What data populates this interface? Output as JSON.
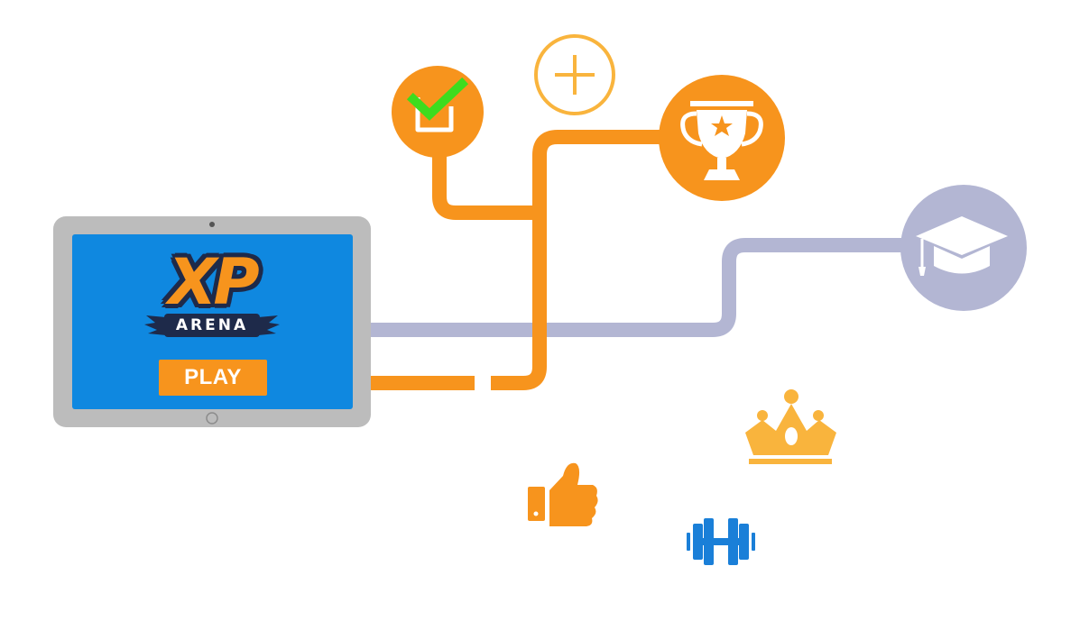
{
  "colors": {
    "orange": "#f7941d",
    "light_orange": "#f9b43d",
    "lavender": "#b3b6d3",
    "tablet_frame": "#bcbcbc",
    "screen_blue": "#0f88e0",
    "navy": "#1e2a4a",
    "check_green": "#3ddc1e",
    "dumbbell_blue": "#1a7fd8"
  },
  "tablet": {
    "logo_text": "XP",
    "logo_subtext": "ARENA",
    "play_label": "PLAY"
  },
  "icons": {
    "checklist": "checkbox-check-icon",
    "plus": "plus-icon",
    "trophy": "trophy-icon",
    "graduation": "graduation-cap-icon",
    "crown": "crown-icon",
    "thumbs_up": "thumbs-up-icon",
    "dumbbell": "dumbbell-icon"
  }
}
